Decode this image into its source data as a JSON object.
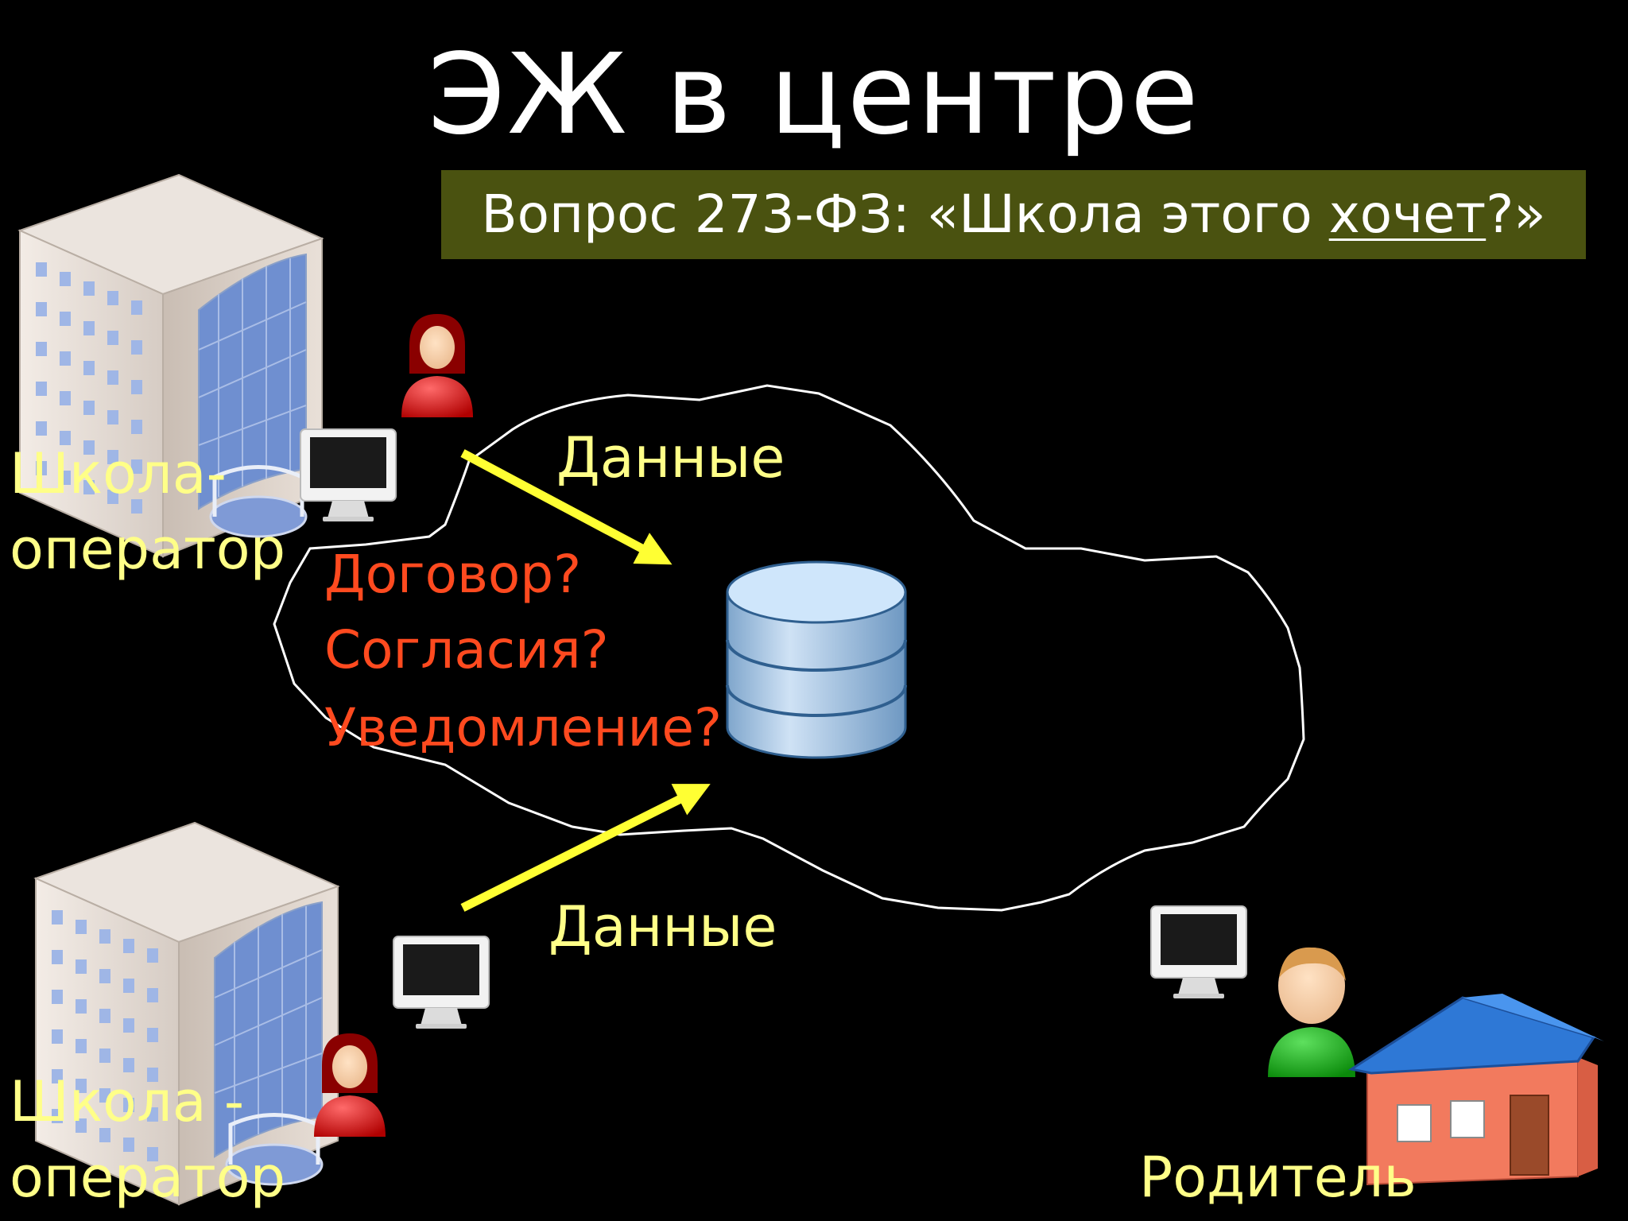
{
  "title": "ЭЖ в центре",
  "banner": {
    "prefix": "Вопрос 273-ФЗ: «Школа этого ",
    "underlined": "хочет",
    "suffix": "?»"
  },
  "labels": {
    "school_top_line1": "Школа-",
    "school_top_line2": "оператор",
    "school_bottom_line1": "Школа -",
    "school_bottom_line2": "оператор",
    "data_top": "Данные",
    "data_bottom": "Данные",
    "parent": "Родитель"
  },
  "questions": [
    "Договор?",
    "Согласия?",
    "Уведомление?"
  ],
  "colors": {
    "background": "#000000",
    "banner": "#4a5210",
    "label_yellow": "#ffff88",
    "question_red": "#ff4a1f",
    "arrow": "#ffff33",
    "cloud_outline": "#ffffff"
  },
  "icons": [
    "school-building-icon",
    "operator-person-icon",
    "monitor-icon",
    "database-icon",
    "parent-person-icon",
    "house-icon"
  ]
}
